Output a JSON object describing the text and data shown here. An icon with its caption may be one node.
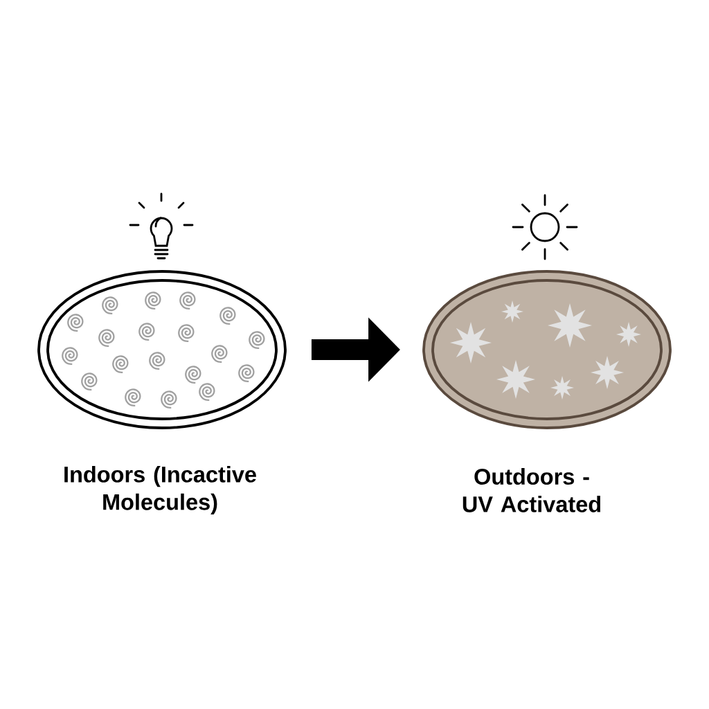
{
  "diagram": {
    "nodes": [
      {
        "text": [],
        "shape": "oval",
        "beside": [
          "Indoors (Incactive Molecules)"
        ]
      },
      {
        "text": [],
        "shape": "oval",
        "beside": [
          "Outdoors - UV Activated"
        ]
      }
    ],
    "edges": [
      {
        "from": 0,
        "to": 1,
        "arrow": "to"
      }
    ]
  }
}
